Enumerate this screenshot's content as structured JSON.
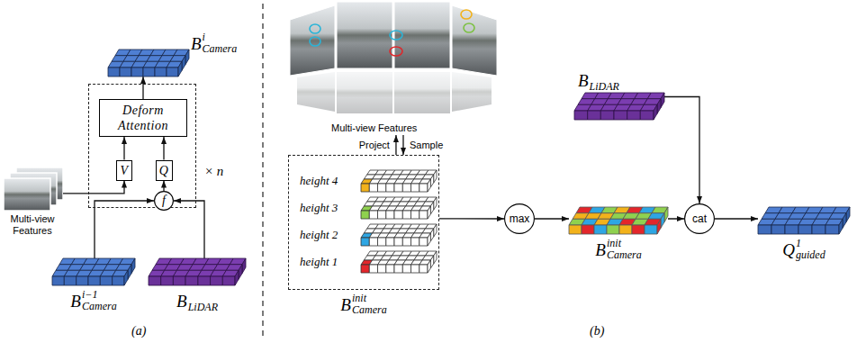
{
  "diagram": {
    "nodes": [
      {
        "text": [
          "B",
          "i",
          "Camera"
        ]
      },
      {
        "text": [
          "× n"
        ]
      },
      {
        "text": [
          "Deform Attention"
        ],
        "in": 1
      },
      {
        "text": [
          "V"
        ],
        "in": 1
      },
      {
        "text": [
          "Q"
        ],
        "in": 1
      },
      {
        "text": [
          "f"
        ],
        "in": 1
      },
      {
        "text": [
          "Multi-view Features"
        ]
      },
      {
        "text": [
          "B",
          "i−1",
          "Camera"
        ]
      },
      {
        "text": [
          "B",
          "LiDAR"
        ]
      },
      {
        "text": [
          "Multi-view Features"
        ]
      },
      {
        "text": [
          "B",
          "init",
          "Camera"
        ]
      },
      {
        "text": [
          "height 4"
        ],
        "in": 10
      },
      {
        "text": [
          "height 3"
        ],
        "in": 10
      },
      {
        "text": [
          "height 2"
        ],
        "in": 10
      },
      {
        "text": [
          "height 1"
        ],
        "in": 10
      },
      {
        "text": [
          "max"
        ]
      },
      {
        "text": [
          "B",
          "init",
          "Camera"
        ]
      },
      {
        "text": [
          "B",
          "LiDAR"
        ]
      },
      {
        "text": [
          "cat"
        ]
      },
      {
        "text": [
          "Q",
          "1",
          "guided"
        ]
      }
    ],
    "edges": [
      {
        "from": 2,
        "to": 0,
        "arrow": "to"
      },
      {
        "from": 3,
        "to": 2,
        "arrow": "to"
      },
      {
        "from": 4,
        "to": 2,
        "arrow": "to"
      },
      {
        "from": 5,
        "to": 4,
        "arrow": "to"
      },
      {
        "from": 6,
        "to": 3,
        "arrow": "to"
      },
      {
        "from": 7,
        "to": 5,
        "arrow": "to"
      },
      {
        "from": 8,
        "to": 5,
        "arrow": "to"
      },
      {
        "from": 10,
        "to": 9,
        "label": "Project",
        "arrow": "to"
      },
      {
        "from": 9,
        "to": 10,
        "label": "Sample",
        "arrow": "to"
      },
      {
        "from": 10,
        "to": 15,
        "arrow": "to"
      },
      {
        "from": 15,
        "to": 16,
        "arrow": "to"
      },
      {
        "from": 16,
        "to": 18,
        "arrow": "to"
      },
      {
        "from": 17,
        "to": 18,
        "arrow": "to"
      },
      {
        "from": 18,
        "to": 19,
        "arrow": "to"
      }
    ],
    "labels": [
      "(a)",
      "(b)"
    ]
  }
}
